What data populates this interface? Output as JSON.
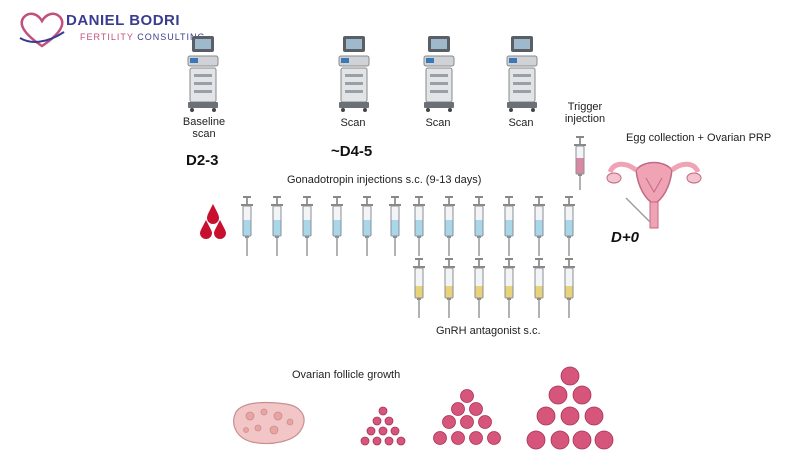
{
  "logo": {
    "name": "DANIEL BODRI",
    "sub_a": "FERTILITY",
    "sub_b": " CONSULTING"
  },
  "scans": [
    {
      "label": "Baseline scan"
    },
    {
      "label": "Scan"
    },
    {
      "label": "Scan"
    },
    {
      "label": "Scan"
    }
  ],
  "days": {
    "d1": "D2-3",
    "d2": "~D4-5",
    "d3": "D+0"
  },
  "trigger_label": "Trigger injection",
  "egg_label": "Egg collection + Ovarian PRP",
  "gonadotropin_label": "Gonadotropin injections s.c. (9-13 days)",
  "antagonist_label": "GnRH antagonist s.c.",
  "follicle_label": "Ovarian follicle growth",
  "colors": {
    "blood": "#c8102e",
    "gonadotropin_fluid": "#a9d6e8",
    "antagonist_fluid": "#e8d27a",
    "trigger_fluid": "#d98aa2",
    "follicle": "#d6557a",
    "uterus": "#f1a3b6"
  }
}
